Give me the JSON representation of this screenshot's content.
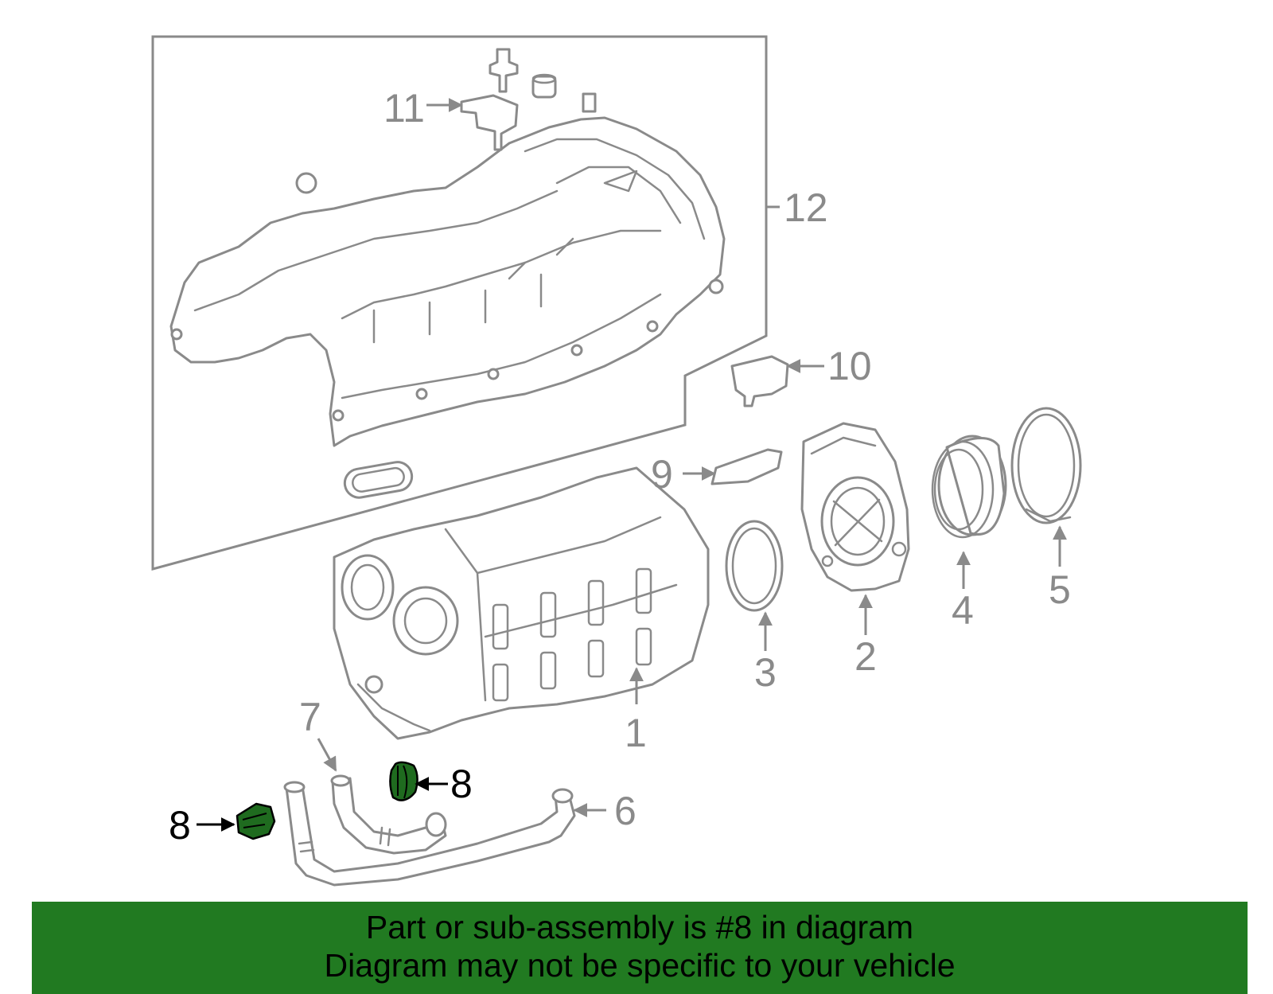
{
  "diagram": {
    "callouts": {
      "c1": "1",
      "c2": "2",
      "c3": "3",
      "c4": "4",
      "c5": "5",
      "c6": "6",
      "c7": "7",
      "c8a": "8",
      "c8b": "8",
      "c9": "9",
      "c10": "10",
      "c11": "11",
      "c12": "12"
    },
    "highlighted_part": "8",
    "colors": {
      "highlight": "#1f6b1f",
      "line": "#8a8a8a",
      "banner": "#217a21"
    }
  },
  "banner": {
    "line1": "Part or sub-assembly is #8 in diagram",
    "line2": "Diagram may not be specific to your vehicle"
  }
}
